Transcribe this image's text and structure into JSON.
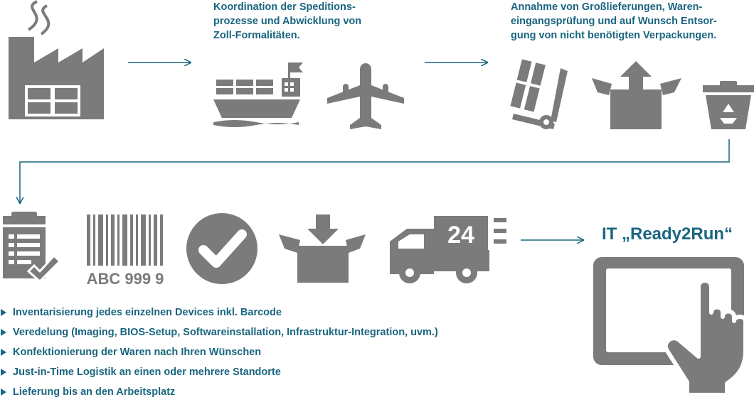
{
  "captions": {
    "shipping": "Koordination der Speditions-\nprozesse und Abwicklung von\nZoll-Formalitäten.",
    "receiving": "Annahme von Großlieferungen, Waren-\neingangsprüfung und auf Wunsch Entsor-\ngung von nicht benötigten Verpackungen."
  },
  "barcode_text": "ABC 999 9",
  "delivery_badge": "24",
  "target_title": "IT „Ready2Run“",
  "bullets": [
    "Inventarisierung jedes einzelnen Devices inkl. Barcode",
    "Veredelung (Imaging, BIOS-Setup, Softwareinstallation, Infrastruktur-Integration, uvm.)",
    "Konfektionierung der Waren nach Ihren Wünschen",
    "Just-in-Time Logistik an einen oder mehrere Standorte",
    "Lieferung bis an den Arbeitsplatz"
  ],
  "colors": {
    "icon": "#7b7b7b",
    "accent": "#1a6680",
    "white": "#ffffff"
  },
  "icons": [
    "factory-icon",
    "cargo-ship-icon",
    "airplane-icon",
    "hand-truck-icon",
    "unpack-box-icon",
    "recycle-bin-icon",
    "clipboard-check-icon",
    "barcode-icon",
    "checkmark-circle-icon",
    "pack-box-icon",
    "delivery-truck-24-icon",
    "touch-monitor-icon"
  ]
}
